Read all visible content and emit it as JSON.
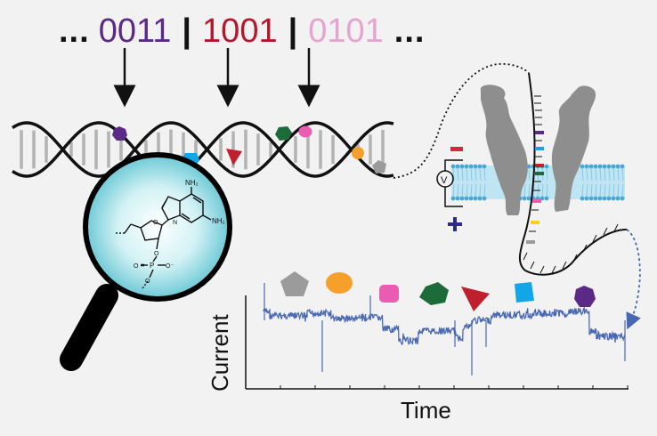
{
  "code": {
    "lead_ellipsis": "...",
    "trail_ellipsis": "...",
    "separator": "|",
    "words": [
      {
        "text": "0011",
        "color": "#5b2a86"
      },
      {
        "text": "1001",
        "color": "#b5162b"
      },
      {
        "text": "0101",
        "color": "#e7a3cf"
      }
    ]
  },
  "molecule": {
    "amine_label_top": "NH₂",
    "amine_label_right": "NH₂",
    "ring_nitrogen": "N",
    "ring_oxygen": "O",
    "phosphate_p": "P",
    "phosphate_o": "O",
    "phosphate_o_minus": "O⁻"
  },
  "membrane": {
    "minus_label": "−",
    "plus_label": "+",
    "voltmeter_label": "V",
    "minus_color": "#d7263d",
    "plus_color": "#2c2c8a"
  },
  "trace": {
    "xlabel": "Time",
    "ylabel": "Current",
    "line_color": "#4a68b1"
  },
  "tags": [
    {
      "shape": "pentagon",
      "color": "#9b9b9b"
    },
    {
      "shape": "ellipse",
      "color": "#f4a02a"
    },
    {
      "shape": "rounded-square",
      "color": "#ea5cb2"
    },
    {
      "shape": "hexagon",
      "color": "#1e6b3a"
    },
    {
      "shape": "triangle",
      "color": "#c0202e"
    },
    {
      "shape": "parallelogram",
      "color": "#12a5e8"
    },
    {
      "shape": "heptagon",
      "color": "#5b2a86"
    }
  ]
}
